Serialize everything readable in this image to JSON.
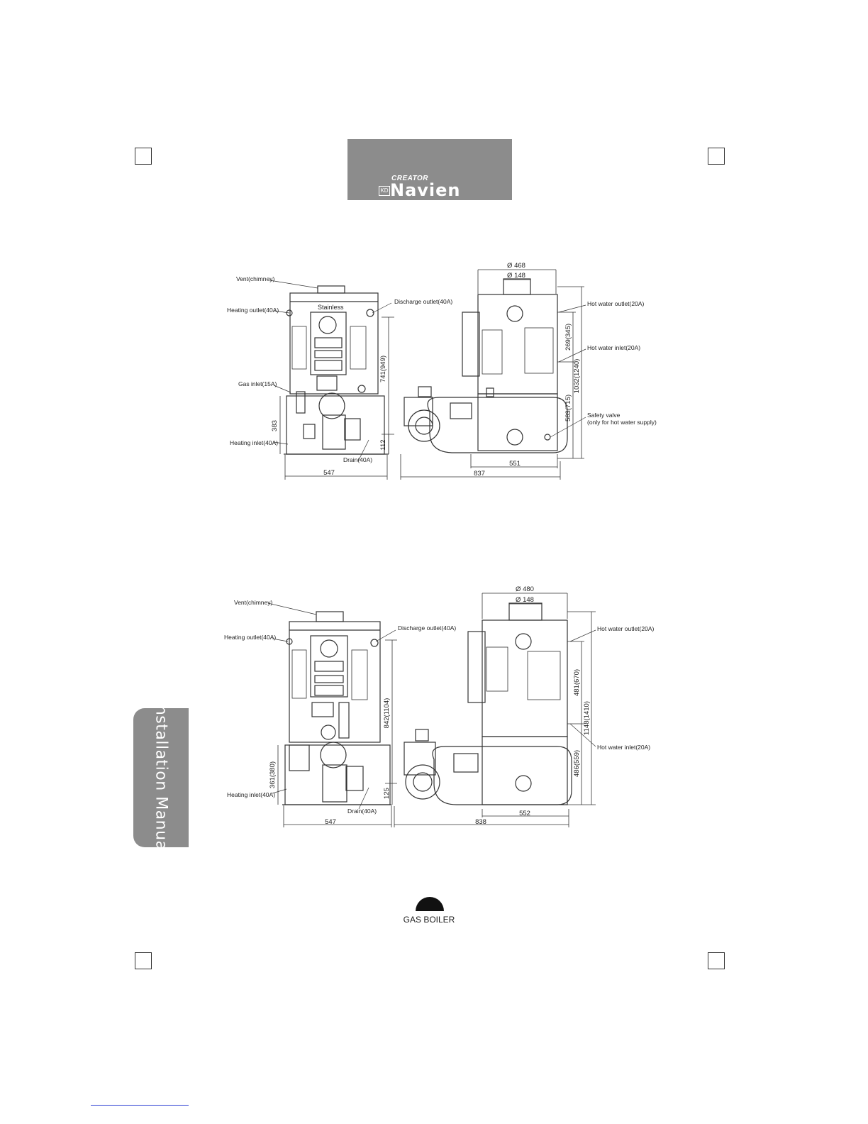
{
  "header": {
    "logo_subtitle": "CREATOR",
    "logo_kd": "KD",
    "logo_brand": "Navien"
  },
  "side_tab": {
    "label": "Installation Manual"
  },
  "diagram_top": {
    "front_labels": {
      "vent": "Vent(chimney)",
      "heating_outlet": "Heating outlet(40A)",
      "gas_inlet": "Gas inlet(15A)",
      "heating_inlet": "Heating inlet(40A)",
      "discharge_outlet": "Discharge outlet(40A)",
      "drain": "Drain(40A)",
      "brand_plate": "Stainless"
    },
    "front_dims": {
      "width": "547",
      "base_height": "383",
      "total_height": "741(949)",
      "drain_height": "112"
    },
    "side_labels": {
      "hot_water_outlet": "Hot water outlet(20A)",
      "hot_water_inlet": "Hot water inlet(20A)",
      "safety_valve_1": "Safety valve",
      "safety_valve_2": "(only for hot water supply)"
    },
    "side_dims": {
      "diameter_body": "Ø 468",
      "diameter_vent": "Ø 148",
      "dim_269": "269(345)",
      "dim_1032": "1032(1240)",
      "dim_583": "583(715)",
      "dim_551": "551",
      "dim_837": "837"
    }
  },
  "diagram_bottom": {
    "front_labels": {
      "vent": "Vent(chimney)",
      "heating_outlet": "Heating outlet(40A)",
      "heating_inlet": "Heating inlet(40A)",
      "discharge_outlet": "Discharge outlet(40A)",
      "drain": "Drain(40A)"
    },
    "front_dims": {
      "width": "547",
      "base_height": "361(380)",
      "total_height": "842(1104)",
      "drain_height": "125"
    },
    "side_labels": {
      "hot_water_outlet": "Hot water outlet(20A)",
      "hot_water_inlet": "Hot water inlet(20A)"
    },
    "side_dims": {
      "diameter_body": "Ø 480",
      "diameter_vent": "Ø 148",
      "dim_481": "481(670)",
      "dim_1148": "1148(1410)",
      "dim_486": "486(559)",
      "dim_552": "552",
      "dim_838": "838"
    }
  },
  "footer": {
    "label": "GAS BOILER"
  }
}
